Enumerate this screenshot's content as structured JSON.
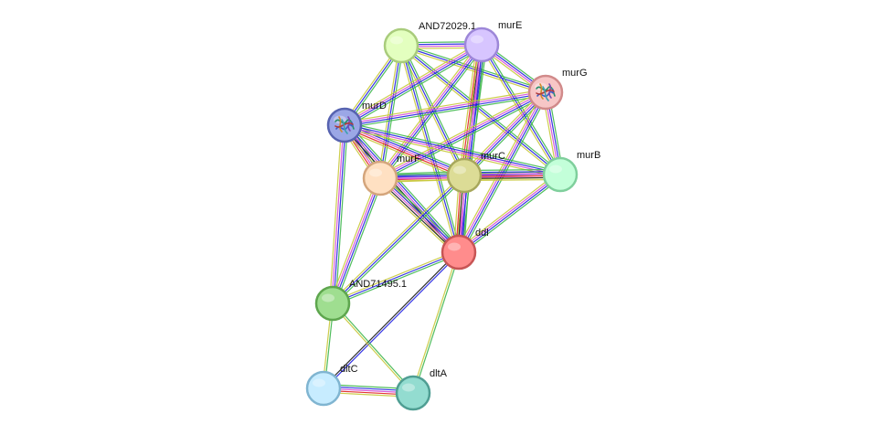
{
  "network": {
    "nodes": [
      {
        "id": "AND72029.1",
        "label": "AND72029.1",
        "color": "#e3ffbf",
        "border": "#a9cc7c",
        "has_structure": false
      },
      {
        "id": "murE",
        "label": "murE",
        "color": "#d7c5ff",
        "border": "#9d87d8",
        "has_structure": false
      },
      {
        "id": "murG",
        "label": "murG",
        "color": "#f7c6c6",
        "border": "#d18a8a",
        "has_structure": true
      },
      {
        "id": "murD",
        "label": "murD",
        "color": "#9ba7e6",
        "border": "#5763b0",
        "has_structure": true
      },
      {
        "id": "murF",
        "label": "murF",
        "color": "#ffe0c2",
        "border": "#d4a57c",
        "has_structure": false
      },
      {
        "id": "murC",
        "label": "murC",
        "color": "#dcdc96",
        "border": "#a7a75c",
        "has_structure": false
      },
      {
        "id": "murB",
        "label": "murB",
        "color": "#c3ffd9",
        "border": "#7fcf9c",
        "has_structure": false
      },
      {
        "id": "ddl",
        "label": "ddl",
        "color": "#ff8c8c",
        "border": "#c75555",
        "has_structure": false
      },
      {
        "id": "AND71495.1",
        "label": "AND71495.1",
        "color": "#9fde90",
        "border": "#5ea64e",
        "has_structure": false
      },
      {
        "id": "dltC",
        "label": "dltC",
        "color": "#c7ecff",
        "border": "#80b5d1",
        "has_structure": false
      },
      {
        "id": "dltA",
        "label": "dltA",
        "color": "#93dcd0",
        "border": "#4f9e93",
        "has_structure": false
      }
    ],
    "edges": [
      {
        "source": "AND72029.1",
        "target": "murE",
        "evidence": [
          "#3cb64a",
          "#2020e0",
          "#d44ad4",
          "#c8c83a"
        ]
      },
      {
        "source": "AND72029.1",
        "target": "murG",
        "evidence": [
          "#3cb64a",
          "#2020e0",
          "#c8c83a"
        ]
      },
      {
        "source": "AND72029.1",
        "target": "murD",
        "evidence": [
          "#3cb64a",
          "#2020e0",
          "#c8c83a"
        ]
      },
      {
        "source": "AND72029.1",
        "target": "murF",
        "evidence": [
          "#3cb64a",
          "#2020e0",
          "#c8c83a"
        ]
      },
      {
        "source": "AND72029.1",
        "target": "murC",
        "evidence": [
          "#3cb64a",
          "#2020e0",
          "#c8c83a"
        ]
      },
      {
        "source": "AND72029.1",
        "target": "murB",
        "evidence": [
          "#3cb64a",
          "#2020e0",
          "#c8c83a"
        ]
      },
      {
        "source": "AND72029.1",
        "target": "ddl",
        "evidence": [
          "#3cb64a",
          "#2020e0",
          "#c8c83a"
        ]
      },
      {
        "source": "murE",
        "target": "murG",
        "evidence": [
          "#3cb64a",
          "#2020e0",
          "#d44ad4",
          "#c8c83a"
        ]
      },
      {
        "source": "murE",
        "target": "murD",
        "evidence": [
          "#3cb64a",
          "#2020e0",
          "#d44ad4",
          "#c8c83a"
        ]
      },
      {
        "source": "murE",
        "target": "murF",
        "evidence": [
          "#3cb64a",
          "#2020e0",
          "#d44ad4",
          "#c8c83a"
        ]
      },
      {
        "source": "murE",
        "target": "murC",
        "evidence": [
          "#3cb64a",
          "#2020e0",
          "#d44ad4",
          "#1a1a1a",
          "#e02020",
          "#c8c83a"
        ]
      },
      {
        "source": "murE",
        "target": "murB",
        "evidence": [
          "#3cb64a",
          "#2020e0",
          "#c8c83a"
        ]
      },
      {
        "source": "murE",
        "target": "ddl",
        "evidence": [
          "#3cb64a",
          "#2020e0",
          "#d44ad4",
          "#c8c83a"
        ]
      },
      {
        "source": "murG",
        "target": "murD",
        "evidence": [
          "#3cb64a",
          "#2020e0",
          "#d44ad4",
          "#c8c83a"
        ]
      },
      {
        "source": "murG",
        "target": "murF",
        "evidence": [
          "#3cb64a",
          "#2020e0",
          "#d44ad4",
          "#c8c83a"
        ]
      },
      {
        "source": "murG",
        "target": "murC",
        "evidence": [
          "#3cb64a",
          "#2020e0",
          "#d44ad4",
          "#c8c83a"
        ]
      },
      {
        "source": "murG",
        "target": "murB",
        "evidence": [
          "#3cb64a",
          "#2020e0",
          "#d44ad4",
          "#c8c83a"
        ]
      },
      {
        "source": "murG",
        "target": "ddl",
        "evidence": [
          "#3cb64a",
          "#2020e0",
          "#d44ad4",
          "#c8c83a"
        ]
      },
      {
        "source": "murD",
        "target": "murF",
        "evidence": [
          "#3cb64a",
          "#2020e0",
          "#d44ad4",
          "#e02020",
          "#c8c83a"
        ]
      },
      {
        "source": "murD",
        "target": "murC",
        "evidence": [
          "#3cb64a",
          "#2020e0",
          "#d44ad4",
          "#e02020",
          "#c8c83a"
        ]
      },
      {
        "source": "murD",
        "target": "murB",
        "evidence": [
          "#3cb64a",
          "#2020e0",
          "#d44ad4",
          "#c8c83a"
        ]
      },
      {
        "source": "murD",
        "target": "ddl",
        "evidence": [
          "#3cb64a",
          "#2020e0",
          "#d44ad4",
          "#1a1a1a",
          "#c8c83a"
        ]
      },
      {
        "source": "murD",
        "target": "AND71495.1",
        "evidence": [
          "#3cb64a",
          "#2020e0",
          "#d44ad4",
          "#c8c83a"
        ]
      },
      {
        "source": "murF",
        "target": "murC",
        "evidence": [
          "#3cb64a",
          "#2020e0",
          "#d44ad4",
          "#e02020",
          "#c8c83a"
        ]
      },
      {
        "source": "murF",
        "target": "murB",
        "evidence": [
          "#3cb64a",
          "#2020e0",
          "#d44ad4",
          "#c8c83a"
        ]
      },
      {
        "source": "murF",
        "target": "ddl",
        "evidence": [
          "#3cb64a",
          "#2020e0",
          "#d44ad4",
          "#1a1a1a",
          "#c8c83a"
        ]
      },
      {
        "source": "murF",
        "target": "AND71495.1",
        "evidence": [
          "#3cb64a",
          "#2020e0",
          "#d44ad4",
          "#c8c83a"
        ]
      },
      {
        "source": "murC",
        "target": "murB",
        "evidence": [
          "#3cb64a",
          "#2020e0",
          "#d44ad4",
          "#e02020",
          "#1a1a1a",
          "#c8c83a"
        ]
      },
      {
        "source": "murC",
        "target": "ddl",
        "evidence": [
          "#3cb64a",
          "#2020e0",
          "#d44ad4",
          "#1a1a1a",
          "#e02020",
          "#c8c83a"
        ]
      },
      {
        "source": "murC",
        "target": "AND71495.1",
        "evidence": [
          "#3cb64a",
          "#2020e0",
          "#c8c83a"
        ]
      },
      {
        "source": "murB",
        "target": "ddl",
        "evidence": [
          "#3cb64a",
          "#2020e0",
          "#d44ad4",
          "#c8c83a"
        ]
      },
      {
        "source": "ddl",
        "target": "AND71495.1",
        "evidence": [
          "#3cb64a",
          "#2020e0",
          "#c8c83a"
        ]
      },
      {
        "source": "ddl",
        "target": "dltC",
        "evidence": [
          "#2020e0",
          "#1a1a1a"
        ]
      },
      {
        "source": "ddl",
        "target": "dltA",
        "evidence": [
          "#3cb64a",
          "#c8c83a"
        ]
      },
      {
        "source": "AND71495.1",
        "target": "dltC",
        "evidence": [
          "#3cb64a",
          "#c8c83a"
        ]
      },
      {
        "source": "AND71495.1",
        "target": "dltA",
        "evidence": [
          "#3cb64a",
          "#c8c83a"
        ]
      },
      {
        "source": "dltC",
        "target": "dltA",
        "evidence": [
          "#3cb64a",
          "#2020e0",
          "#d44ad4",
          "#e02020",
          "#c8c83a"
        ]
      }
    ]
  }
}
